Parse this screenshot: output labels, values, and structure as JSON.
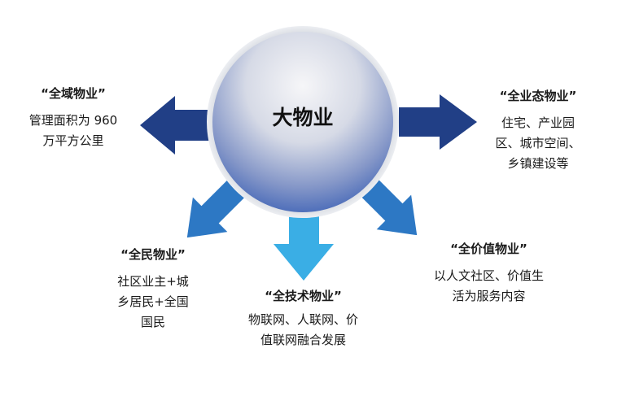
{
  "center": {
    "label": "大物业"
  },
  "colors": {
    "arrow_dark": "#213f86",
    "arrow_mid": "#2d78c4",
    "arrow_light": "#3aaee5",
    "circle_top": "#f4f4f6",
    "circle_bottom": "#4f6fba"
  },
  "nodes": {
    "left": {
      "title": "“全域物业”",
      "lines": [
        "管理面积为 960",
        "万平方公里"
      ]
    },
    "right": {
      "title": "“全业态物业”",
      "lines": [
        "住宅、产业园",
        "区、城市空间、",
        "乡镇建设等"
      ]
    },
    "bottom_left": {
      "title": "“全民物业”",
      "lines": [
        "社区业主+城",
        "乡居民+全国",
        "国民"
      ]
    },
    "bottom": {
      "title": "“全技术物业”",
      "lines": [
        "物联网、人联网、价",
        "值联网融合发展"
      ]
    },
    "bottom_right": {
      "title": "“全价值物业”",
      "lines": [
        "以人文社区、价值生",
        "活为服务内容"
      ]
    }
  }
}
